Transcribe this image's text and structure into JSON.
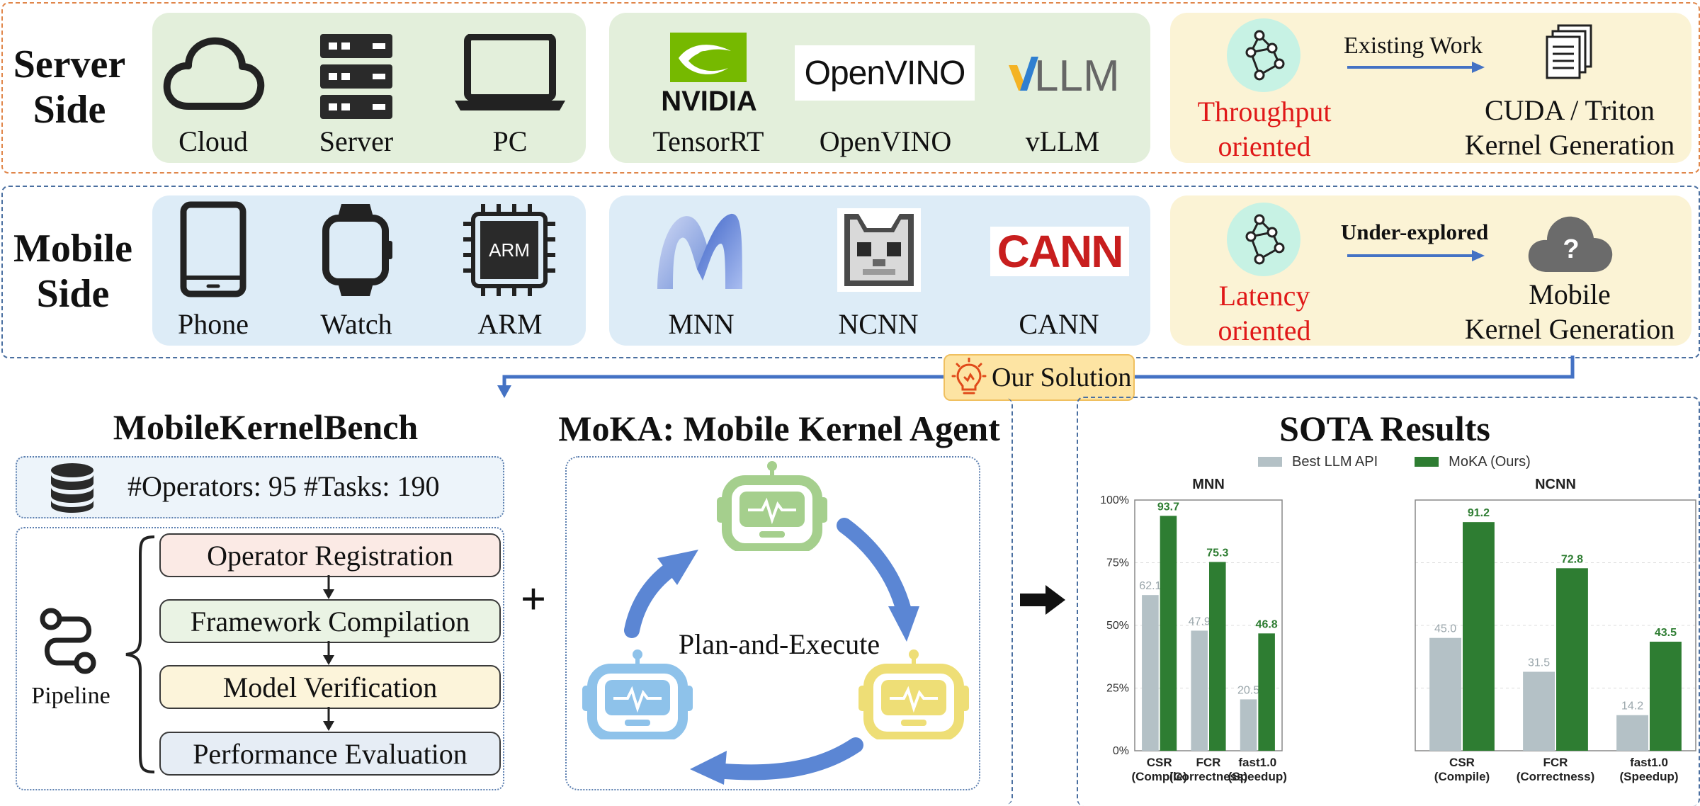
{
  "server_row": {
    "title_line1": "Server",
    "title_line2": "Side",
    "devices": [
      {
        "label": "Cloud",
        "icon": "cloud-icon"
      },
      {
        "label": "Server",
        "icon": "server-rack-icon"
      },
      {
        "label": "PC",
        "icon": "laptop-icon"
      }
    ],
    "frameworks": [
      {
        "label": "TensorRT",
        "logo_text": "NVIDIA"
      },
      {
        "label": "OpenVINO",
        "logo_text": "OpenVINO"
      },
      {
        "label": "vLLM",
        "logo_text": "LLM"
      }
    ],
    "orientation_line1": "Throughput",
    "orientation_line2": "oriented",
    "arrow_label": "Existing Work",
    "target_line1": "CUDA / Triton",
    "target_line2": "Kernel Generation",
    "colors": {
      "panel": "#e3efdb",
      "frame": "#e0864a"
    }
  },
  "mobile_row": {
    "title_line1": "Mobile",
    "title_line2": "Side",
    "devices": [
      {
        "label": "Phone",
        "icon": "phone-icon"
      },
      {
        "label": "Watch",
        "icon": "watch-icon"
      },
      {
        "label": "ARM",
        "icon": "chip-icon",
        "chip_text": "ARM"
      }
    ],
    "frameworks": [
      {
        "label": "MNN"
      },
      {
        "label": "NCNN"
      },
      {
        "label": "CANN",
        "logo_text": "CANN"
      }
    ],
    "orientation_line1": "Latency",
    "orientation_line2": "oriented",
    "arrow_label": "Under-explored",
    "target_line1": "Mobile",
    "target_line2": "Kernel Generation",
    "cloud_mark": "?",
    "colors": {
      "panel": "#ddecf7",
      "frame": "#4a6fa0"
    }
  },
  "solution_label": "Our Solution",
  "bench": {
    "title": "MobileKernelBench",
    "stats": "#Operators: 95 #Tasks: 190",
    "pipeline_label": "Pipeline",
    "steps": [
      {
        "label": "Operator Registration",
        "color": "#fbeae5"
      },
      {
        "label": "Framework Compilation",
        "color": "#eaf3e4"
      },
      {
        "label": "Model Verification",
        "color": "#fcf4da"
      },
      {
        "label": "Performance Evaluation",
        "color": "#e6edf5"
      }
    ],
    "plus": "+"
  },
  "agent": {
    "title": "MoKA: Mobile Kernel Agent",
    "center_text": "Plan-and-Execute",
    "robot_colors": [
      "#a5cf8d",
      "#8ec2ea",
      "#eede76"
    ]
  },
  "results": {
    "title": "SOTA Results",
    "legend": [
      "Best LLM API",
      "MoKA (Ours)"
    ]
  },
  "chart_data": [
    {
      "type": "bar",
      "title": "MNN",
      "categories": [
        "CSR\n(Compile)",
        "FCR\n(Correctness)",
        "fast1.0\n(Speedup)"
      ],
      "series": [
        {
          "name": "Best LLM API",
          "values": [
            62.1,
            47.9,
            20.5
          ],
          "color": "#b4c1c6"
        },
        {
          "name": "MoKA (Ours)",
          "values": [
            93.7,
            75.3,
            46.8
          ],
          "color": "#2e7d32"
        }
      ],
      "ylim": [
        0,
        100
      ],
      "yticks": [
        "0%",
        "25%",
        "50%",
        "75%",
        "100%"
      ],
      "grid": true,
      "legend": "top"
    },
    {
      "type": "bar",
      "title": "NCNN",
      "categories": [
        "CSR\n(Compile)",
        "FCR\n(Correctness)",
        "fast1.0\n(Speedup)"
      ],
      "series": [
        {
          "name": "Best LLM API",
          "values": [
            45.0,
            31.5,
            14.2
          ],
          "color": "#b4c1c6"
        },
        {
          "name": "MoKA (Ours)",
          "values": [
            91.2,
            72.8,
            43.5
          ],
          "color": "#2e7d32"
        }
      ],
      "ylim": [
        0,
        100
      ],
      "grid": true
    }
  ],
  "colors": {
    "yellow_panel": "#fbf3d5",
    "teal_circle": "#c7f2e4",
    "flow_arrow": "#4472c4",
    "agent_arrow": "#5b86d4",
    "solution_box": "#fde4a3",
    "solution_border": "#f0c060"
  }
}
